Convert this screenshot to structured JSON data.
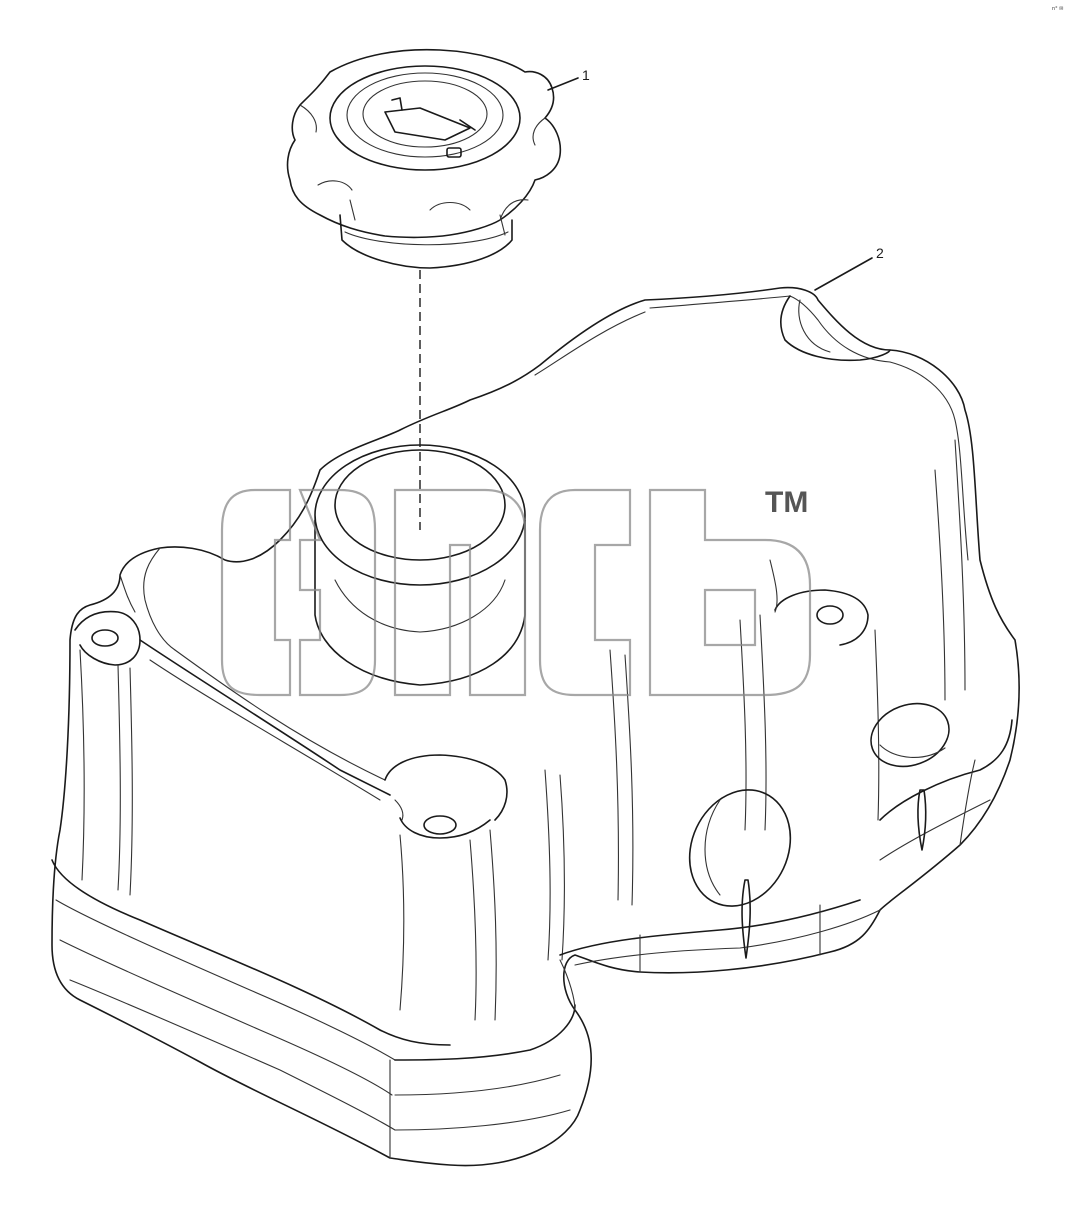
{
  "callouts": [
    {
      "label": "1"
    },
    {
      "label": "2"
    }
  ],
  "watermark": {
    "trademark": "TM"
  },
  "corner_mark": "n° ✉",
  "colors": {
    "line": "#1a1a1a",
    "background": "#ffffff",
    "watermark": "#8a8a8a"
  }
}
